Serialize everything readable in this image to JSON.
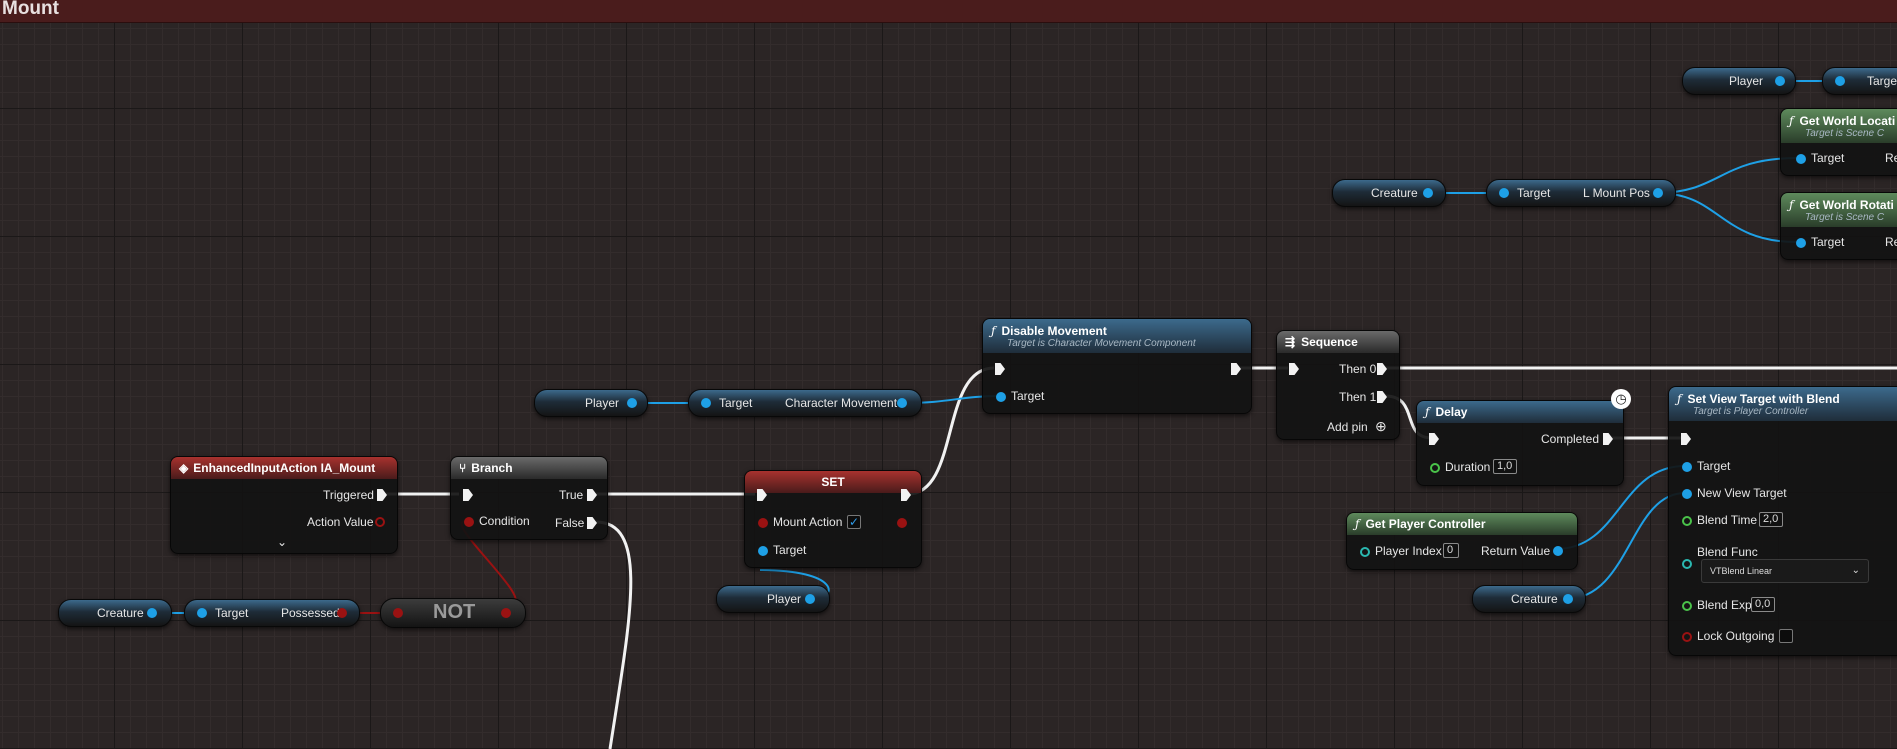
{
  "graph": {
    "title": "Mount"
  },
  "nodes": {
    "input_action": {
      "title": "EnhancedInputAction IA_Mount",
      "triggered": "Triggered",
      "action_value": "Action Value"
    },
    "branch": {
      "title": "Branch",
      "true": "True",
      "false": "False",
      "condition": "Condition"
    },
    "set": {
      "title": "SET",
      "mount_action": "Mount Action",
      "mount_checked": "✓",
      "target": "Target"
    },
    "disable_movement": {
      "title": "Disable Movement",
      "subtitle": "Target is Character Movement Component",
      "target": "Target"
    },
    "sequence": {
      "title": "Sequence",
      "then0": "Then 0",
      "then1": "Then 1",
      "add_pin": "Add pin"
    },
    "delay": {
      "title": "Delay",
      "completed": "Completed",
      "duration": "Duration",
      "duration_value": "1,0"
    },
    "get_player_controller": {
      "title": "Get Player Controller",
      "player_index": "Player Index",
      "player_index_value": "0",
      "return_value": "Return Value"
    },
    "set_view_target": {
      "title": "Set View Target with Blend",
      "subtitle": "Target is Player Controller",
      "target": "Target",
      "new_view_target": "New View Target",
      "blend_time": "Blend Time",
      "blend_time_value": "2,0",
      "blend_func": "Blend Func",
      "blend_func_value": "VTBlend Linear",
      "blend_exp": "Blend Exp",
      "blend_exp_value": "0,0",
      "lock_outgoing": "Lock Outgoing"
    },
    "get_world_location": {
      "title": "Get World Locati",
      "subtitle": "Target is Scene C",
      "target": "Target",
      "ret": "Re"
    },
    "get_world_rotation": {
      "title": "Get World Rotati",
      "subtitle": "Target is Scene C",
      "target": "Target",
      "ret": "Re"
    },
    "not": {
      "title": "NOT"
    }
  },
  "variables": {
    "player_1": "Player",
    "player_target_1": "Target",
    "player_charmove": "Player",
    "charmove_target": "Target",
    "charmove_label": "Character Movement",
    "player_set": "Player",
    "creature_possessed": "Creature",
    "possessed_target": "Target",
    "possessed_label": "Possessed",
    "creature_mountpos": "Creature",
    "mountpos_target": "Target",
    "mountpos_label": "L Mount Pos",
    "creature_viewtarget": "Creature"
  },
  "colors": {
    "exec": "#f2f2f2",
    "object": "#1ea0e6",
    "bool": "#9a1212",
    "float": "#4ac34a",
    "int": "#2ab8b0",
    "header_bar": "#4a1c1c"
  }
}
